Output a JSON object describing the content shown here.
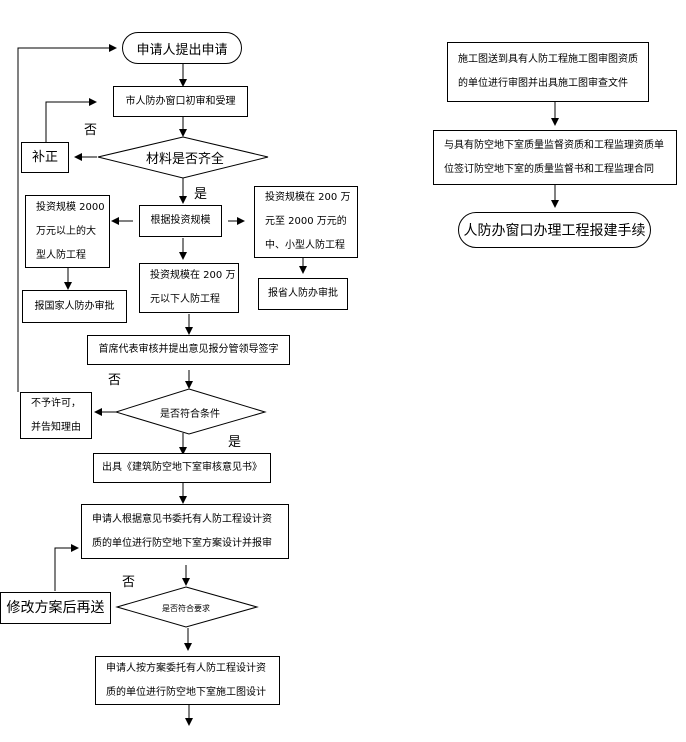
{
  "flowchart": {
    "start": "申请人提出申请",
    "initial_review": "市人防办窗口初审和受理",
    "materials_check": "材料是否齐全",
    "supplement": "补正",
    "by_investment": "根据投资规模",
    "large_project": [
      "投资规模 2000",
      "万元以上的大",
      "型人防工程"
    ],
    "national_approval": "报国家人防办审批",
    "small_project": [
      "投资规模在 200 万",
      "元以下人防工程"
    ],
    "medium_project": [
      "投资规模在 200 万",
      "元至 2000 万元的",
      "中、小型人防工程"
    ],
    "provincial_approval": "报省人防办审批",
    "chief_review": "首席代表审核并提出意见报分管领导签字",
    "conditions_check": "是否符合条件",
    "reject": [
      "不予许可，",
      "并告知理由"
    ],
    "issue_opinion": "出具《建筑防空地下室审核意见书》",
    "scheme_design": [
      "申请人根据意见书委托有人防工程设计资",
      "质的单位进行防空地下室方案设计并报审"
    ],
    "requirements_check": "是否符合要求",
    "revise": "修改方案后再送",
    "construction_design": [
      "申请人按方案委托有人防工程设计资",
      "质的单位进行防空地下室施工图设计"
    ],
    "drawing_review": [
      "施工图送到具有人防工程施工图审图资质",
      "的单位进行审图并出具施工图审查文件"
    ],
    "supervision_contract": [
      "与具有防空地下室质量监督资质和工程监理资质单",
      "位签订防空地下室的质量监督书和工程监理合同"
    ],
    "end": "人防办窗口办理工程报建手续",
    "labels": {
      "yes": "是",
      "no": "否"
    }
  }
}
